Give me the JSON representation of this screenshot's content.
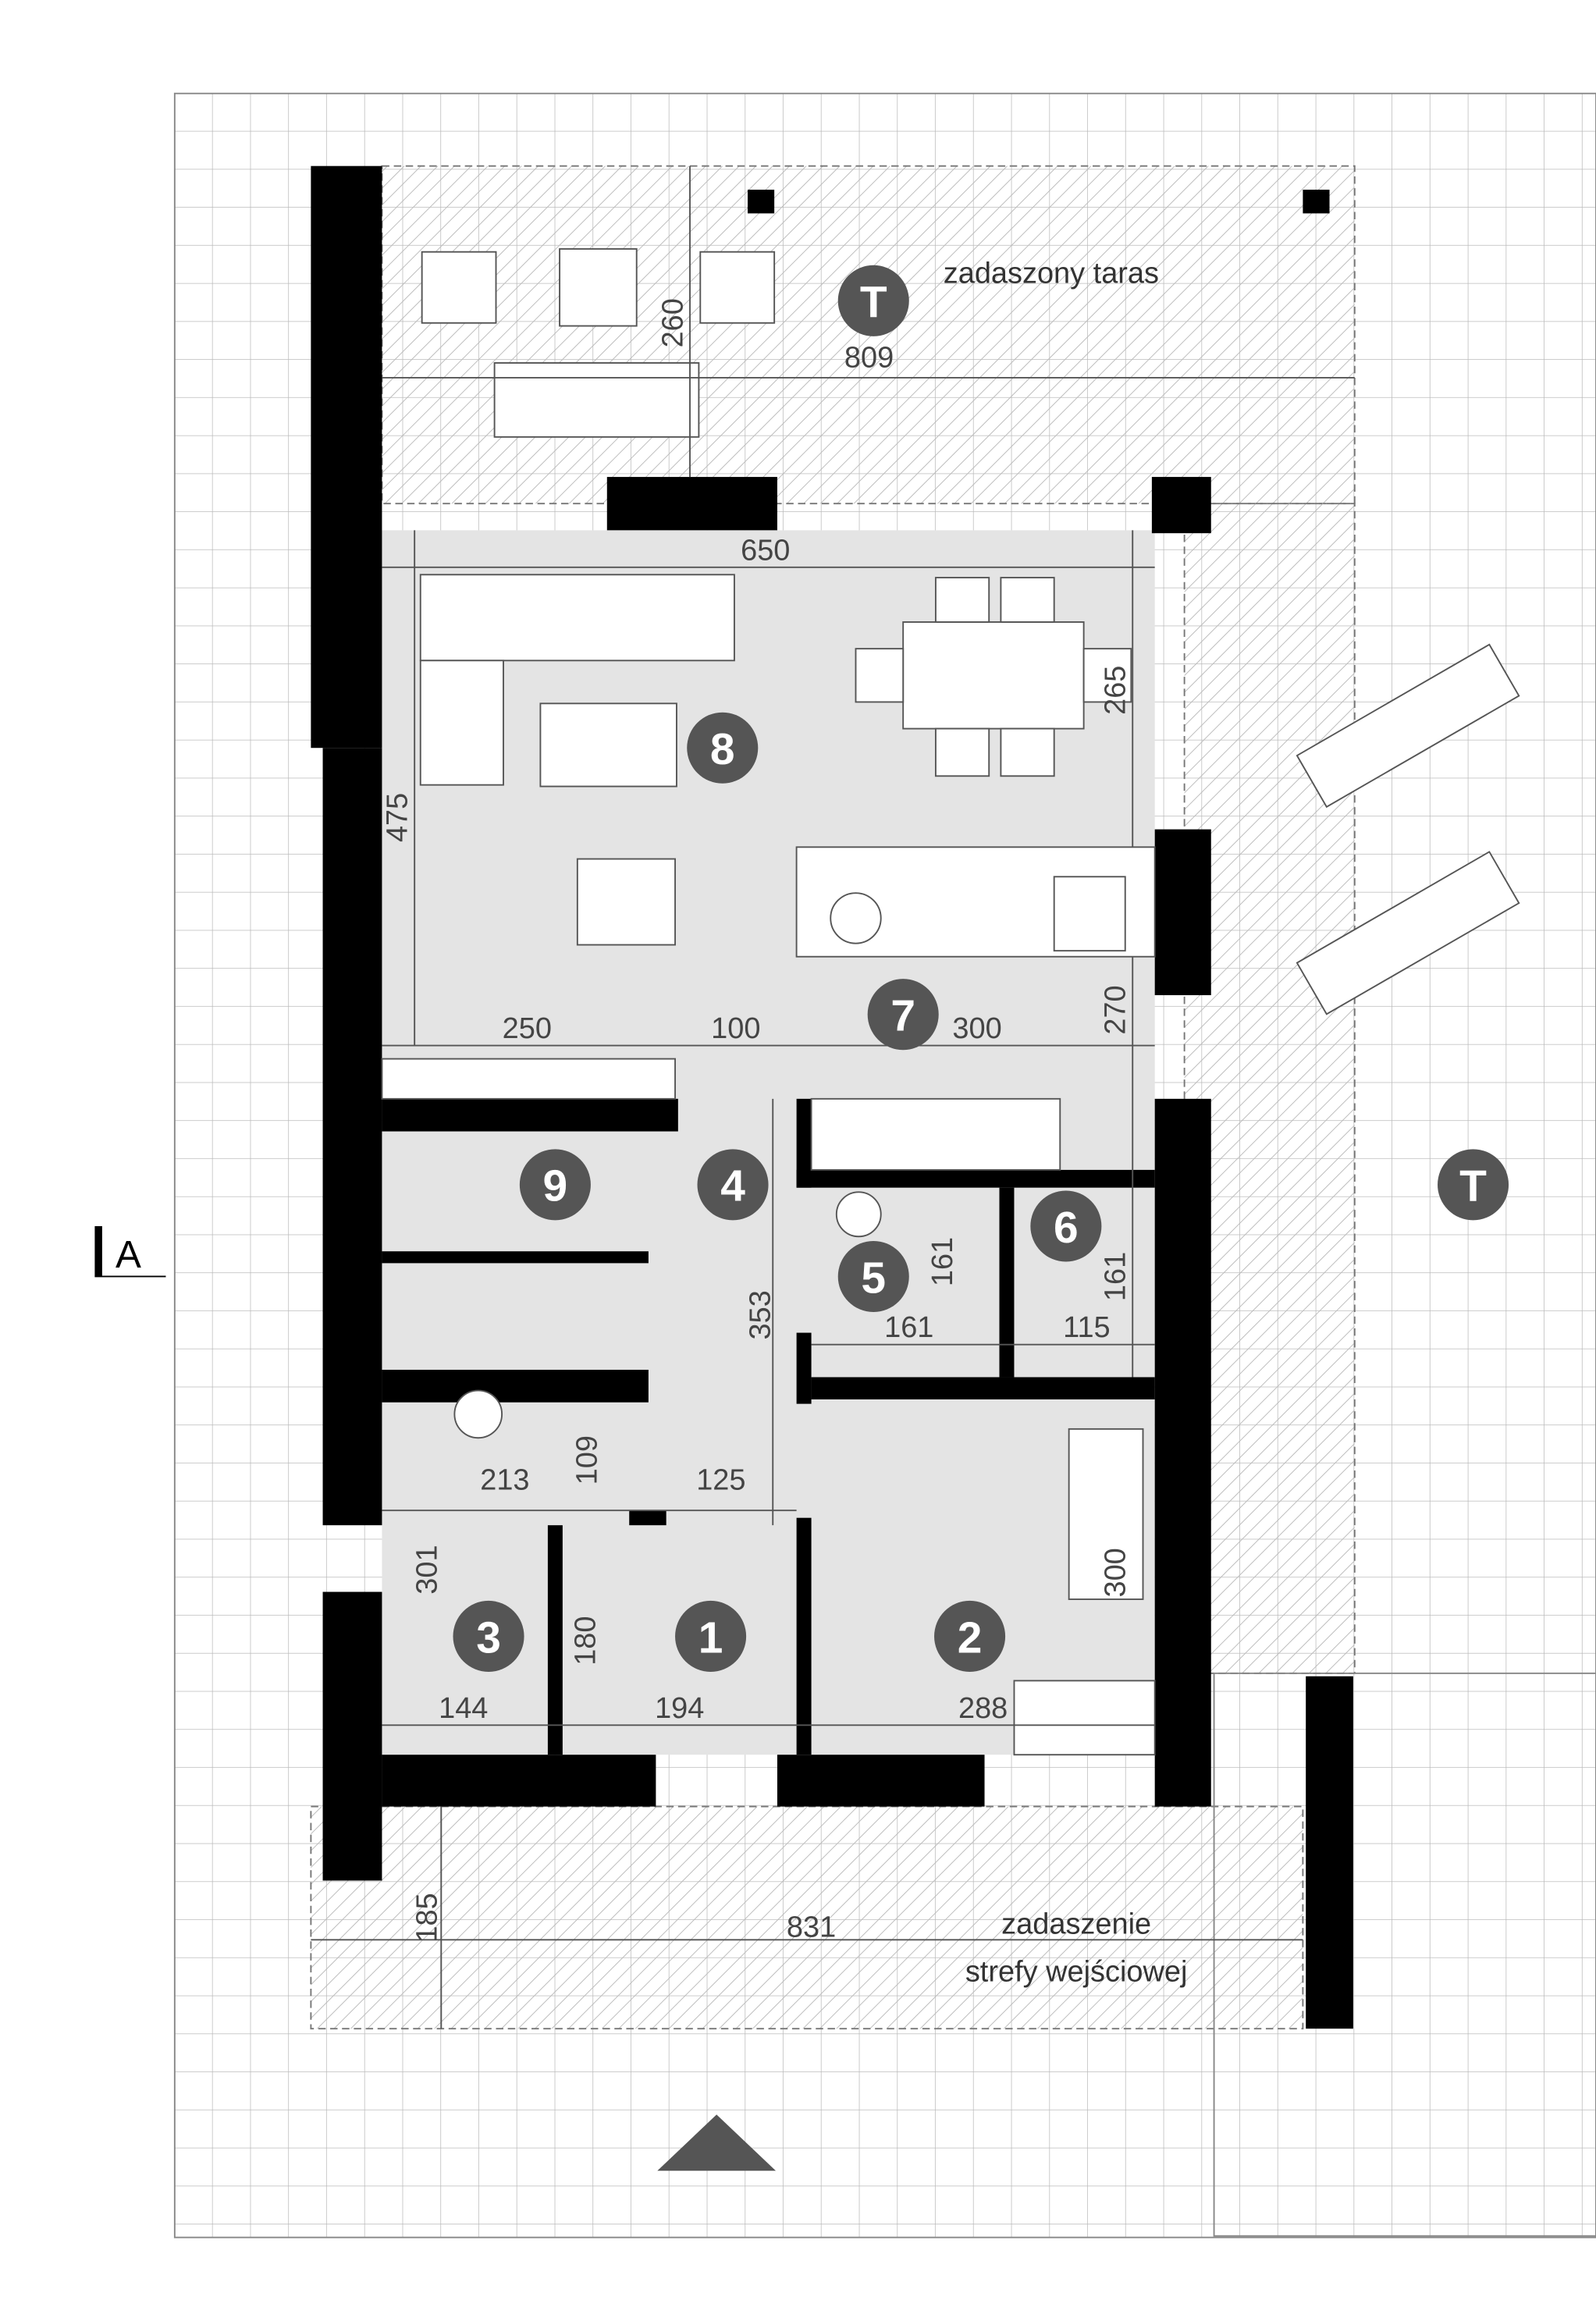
{
  "plan": {
    "section_marker": "A",
    "terrace_label": "zadaszony taras",
    "entrance_label_line1": "zadaszenie",
    "entrance_label_line2": "strefy wejściowej",
    "rooms": [
      "1",
      "2",
      "3",
      "4",
      "5",
      "6",
      "7",
      "8",
      "9",
      "T",
      "T"
    ],
    "dimensions": {
      "terrace_width": "809",
      "terrace_depth": "260",
      "living_width": "650",
      "dining_depth": "265",
      "living_depth": "475",
      "seg_250": "250",
      "seg_100": "100",
      "seg_300": "300",
      "kitchen_depth": "270",
      "bath_h": "161",
      "bath_w": "161",
      "wc_h": "161",
      "wc_w": "115",
      "hall_depth": "353",
      "hall_w": "213",
      "hall_h": "109",
      "vest_w": "125",
      "room3_h": "301",
      "closet_h": "180",
      "room3_w": "144",
      "room1_w": "194",
      "room2_w": "288",
      "room2_h": "300",
      "canopy_depth": "185",
      "canopy_width": "831"
    }
  },
  "colors": {
    "wall": "#000000",
    "floor": "#e4e4e4",
    "badge": "#555555",
    "grid": "#bbbbbb"
  }
}
